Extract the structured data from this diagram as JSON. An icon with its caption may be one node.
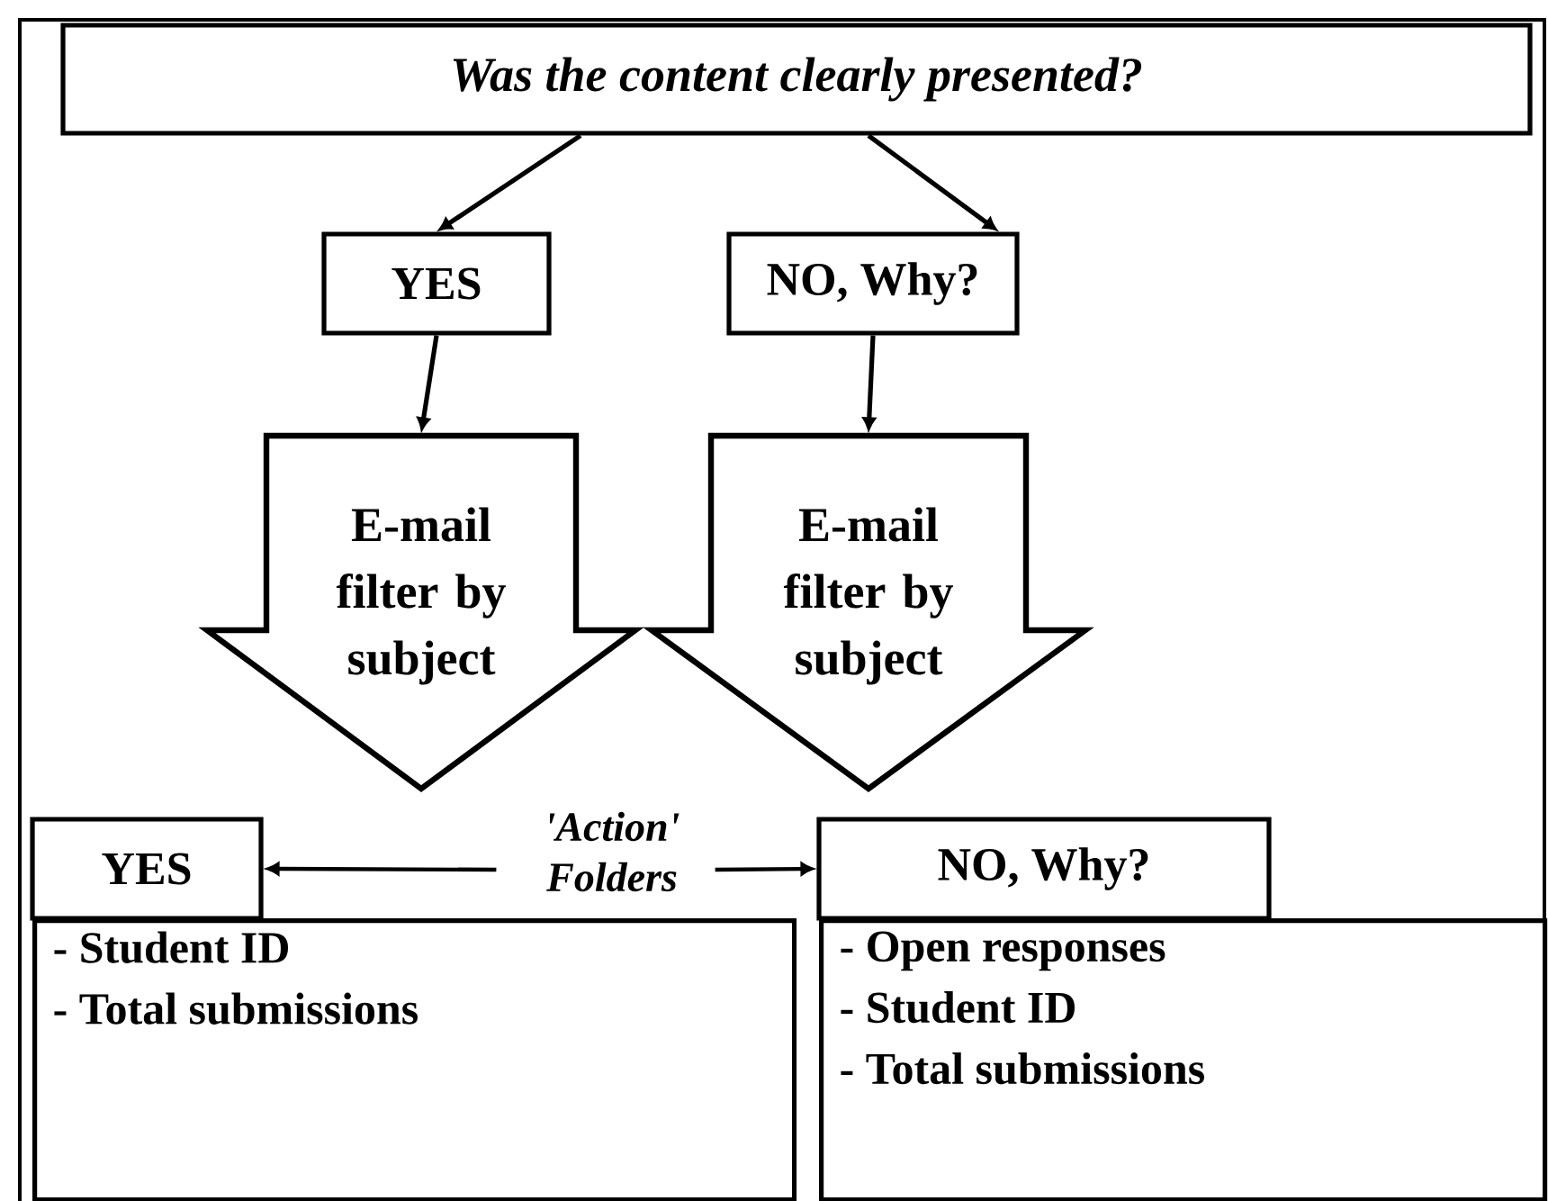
{
  "diagram": {
    "nodes": [
      {
        "text": [
          "Was the content clearly presented?"
        ]
      },
      {
        "text": [
          "YES"
        ]
      },
      {
        "text": [
          "NO, Why?"
        ]
      },
      {
        "text": [
          "E-mail filter by subject"
        ]
      },
      {
        "text": [
          "E-mail filter by subject"
        ]
      },
      {
        "text": [
          "'Action' Folders"
        ]
      },
      {
        "text": [
          "YES"
        ]
      },
      {
        "text": [
          "- Student ID",
          "- Total submissions"
        ]
      },
      {
        "text": [
          "NO, Why?"
        ]
      },
      {
        "text": [
          "- Open responses",
          "- Student ID",
          "- Total submissions"
        ]
      }
    ],
    "edges": [
      {
        "from": 0,
        "to": 1,
        "arrow": "to"
      },
      {
        "from": 0,
        "to": 2,
        "arrow": "to"
      },
      {
        "from": 1,
        "to": 3,
        "arrow": "to"
      },
      {
        "from": 2,
        "to": 4,
        "arrow": "to"
      },
      {
        "from": 5,
        "to": 6,
        "arrow": "to"
      },
      {
        "from": 5,
        "to": 8,
        "arrow": "to"
      }
    ]
  }
}
